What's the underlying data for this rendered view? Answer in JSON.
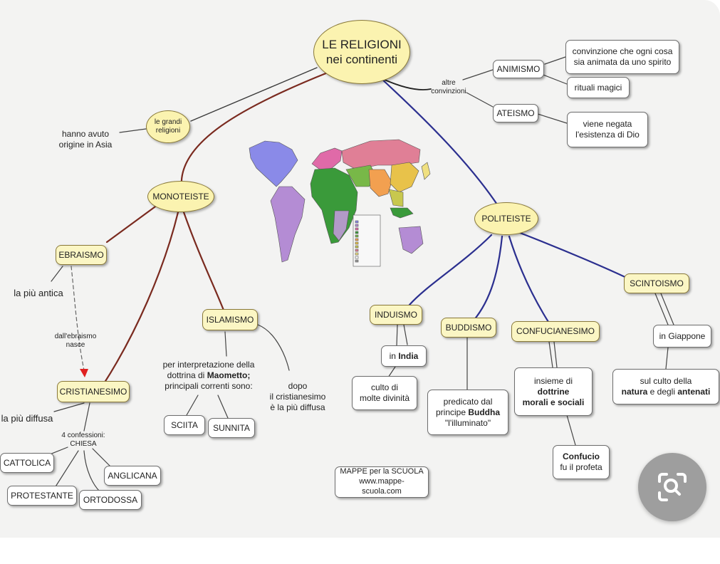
{
  "center": {
    "line1": "LE RELIGIONI",
    "line2": "nei continenti"
  },
  "left_branch": {
    "grandi_religioni": "le grandi\nreligioni",
    "origine": "hanno avuto\norigine in Asia",
    "monoteiste": "MONOTEISTE",
    "ebraismo": "EBRAISMO",
    "piu_antica": "la più antica",
    "dall_ebraismo": "dall'ebraismo\nnasce",
    "cristianesimo": "CRISTIANESIMO",
    "piu_diffusa": "la più diffusa",
    "confessioni": "4 confessioni:\nCHIESA",
    "cattolica": "CATTOLICA",
    "anglicana": "ANGLICANA",
    "protestante": "PROTESTANTE",
    "ortodossa": "ORTODOSSA",
    "islamismo": "ISLAMISMO",
    "interpretazione_pre": "per interpretazione della\ndottrina di ",
    "interpretazione_bold": "Maometto;",
    "interpretazione_post": "\nprincipali correnti sono:",
    "sciita": "SCIITA",
    "sunnita": "SUNNITA",
    "dopo": "dopo\nil cristianesimo\nè la più diffusa"
  },
  "right_top": {
    "altre_convinzioni": "altre\nconvinzioni",
    "animismo": "ANIMISMO",
    "animismo_def": "convinzione che ogni cosa\nsia animata da uno spirito",
    "rituali": "rituali magici",
    "ateismo": "ATEISMO",
    "ateismo_def": "viene negata\nl'esistenza di Dio"
  },
  "politeiste": {
    "label": "POLITEISTE",
    "induismo": "INDUISMO",
    "in_label": "in ",
    "india": "India",
    "induismo_def": "culto di\nmolte divinità",
    "buddismo": "BUDDISMO",
    "buddismo_pre": "predicato dal\nprincipe ",
    "buddismo_bold": "Buddha",
    "buddismo_post": "\n\"l'illuminato\"",
    "confucianesimo": "CONFUCIANESIMO",
    "conf_pre": "insieme di\n",
    "conf_bold": "dottrine\nmorali e sociali",
    "confucio_bold": "Confucio",
    "confucio_post": "\nfu il profeta",
    "scintoismo": "SCINTOISMO",
    "in_giappone": "in Giappone",
    "scint_pre": "sul culto della\n",
    "scint_bold1": "natura",
    "scint_mid": " e degli ",
    "scint_bold2": "antenati"
  },
  "credits": "MAPPE per la SCUOLA\nwww.mappe-scuola.com",
  "map_legend_entries": 12,
  "colors": {
    "brown_link": "#7a2a1f",
    "blue_link": "#2b2f8f",
    "oval_fill": "#fbf3b0",
    "box_fill": "#fbf6c4",
    "lens_button": "#9e9e9e"
  },
  "icons": {
    "lens": "visual-search-icon"
  }
}
